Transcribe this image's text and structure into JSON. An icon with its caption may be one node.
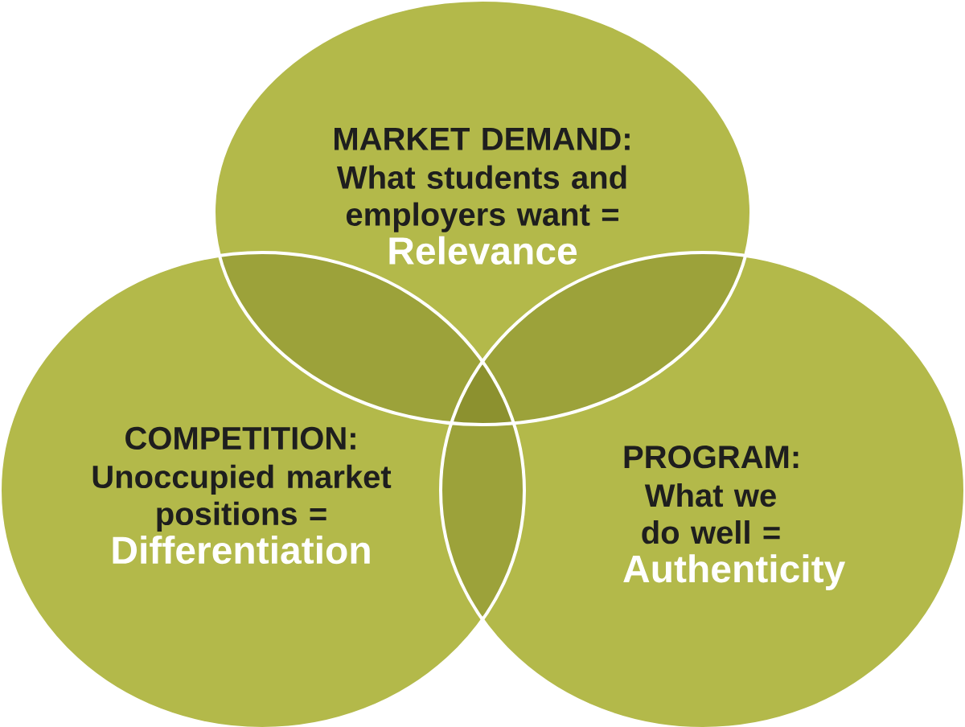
{
  "diagram": {
    "nodes": [
      {
        "text": [
          "MARKET DEMAND:",
          "What students and employers want =",
          "Relevance"
        ]
      },
      {
        "text": [
          "COMPETITION:",
          "Unoccupied market positions =",
          "Differentiation"
        ]
      },
      {
        "text": [
          "PROGRAM:",
          "What we do well =",
          "Authenticity"
        ]
      }
    ]
  }
}
